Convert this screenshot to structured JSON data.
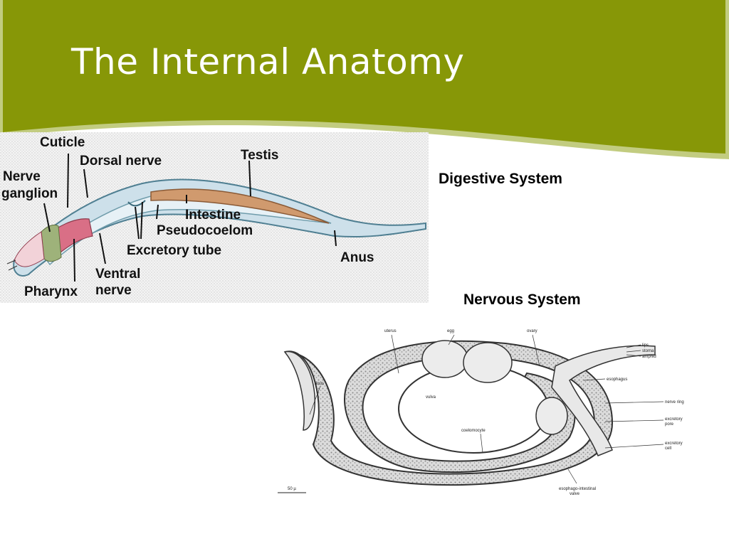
{
  "slide": {
    "title": "The Internal Anatomy",
    "accent_color": "#879707",
    "band_color": "#c2cc80"
  },
  "figure1": {
    "labels": {
      "cuticle": "Cuticle",
      "dorsal_nerve": "Dorsal nerve",
      "testis": "Testis",
      "nerve": "Nerve",
      "ganglion": "ganglion",
      "intestine": "Intestine",
      "pseudocoelom": "Pseudocoelom",
      "excretory_tube": "Excretory tube",
      "anus": "Anus",
      "ventral": "Ventral",
      "nerve2": "nerve",
      "pharynx": "Pharynx"
    }
  },
  "captions": {
    "digestive": "Digestive System",
    "nervous": "Nervous System"
  },
  "figure2": {
    "labels": {
      "uterus": "uterus",
      "egg": "egg",
      "ovary": "ovary",
      "lips": "lips",
      "stoma": "stoma",
      "amphid": "amphid",
      "anus": "anus",
      "vulva": "vulva",
      "esophagus": "esophagus",
      "nerve_ring": "nerve ring",
      "excretory": "excretory",
      "pore": "pore",
      "excretory2": "excretory",
      "cell": "cell",
      "coelomocyte": "coelomocyte",
      "esophago": "esophago-intestinal",
      "valve": "valve",
      "scale": "50 µ"
    }
  }
}
